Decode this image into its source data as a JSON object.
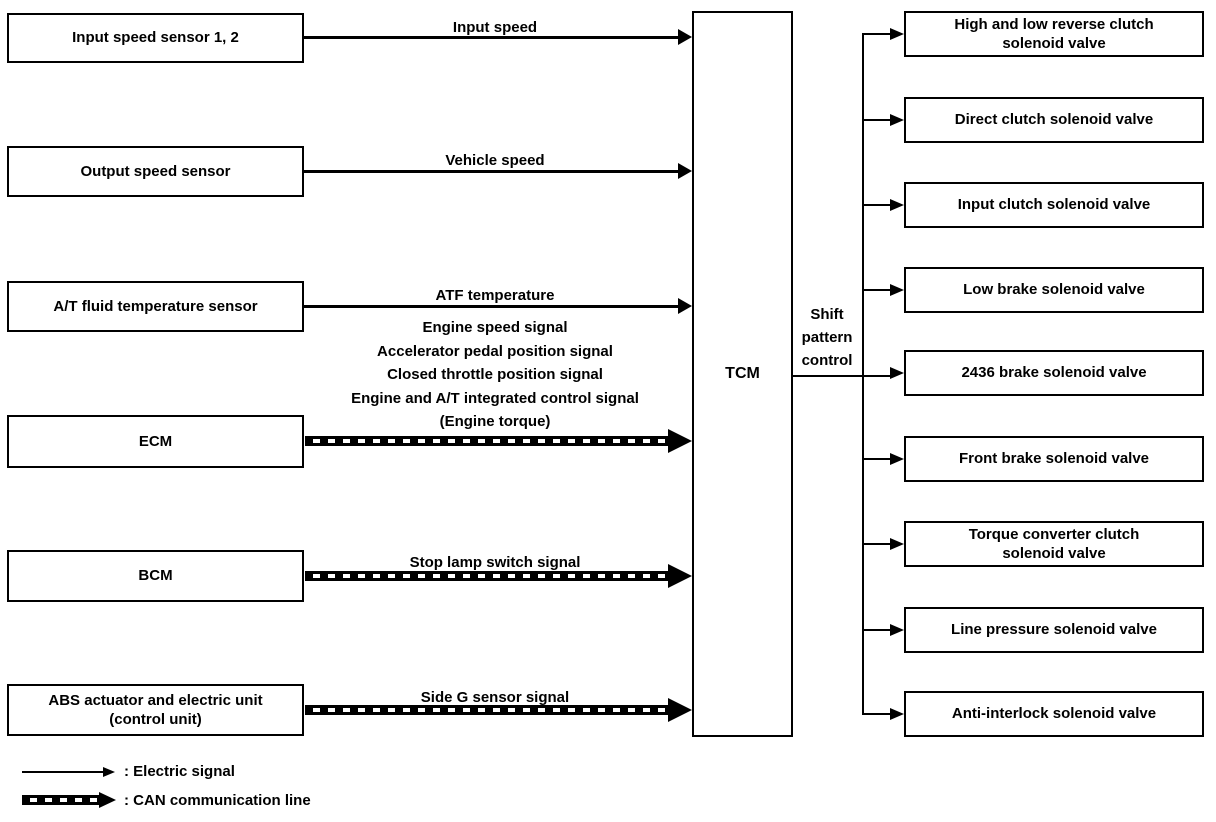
{
  "diagram": {
    "center": {
      "label": "TCM",
      "output_label": "Shift\npattern\ncontrol"
    },
    "inputs": [
      {
        "label": "Input speed sensor 1, 2",
        "signal": "Input speed",
        "line_type": "electric"
      },
      {
        "label": "Output speed sensor",
        "signal": "Vehicle speed",
        "line_type": "electric"
      },
      {
        "label": "A/T fluid temperature sensor",
        "signal": "ATF temperature",
        "line_type": "electric"
      },
      {
        "label": "ECM",
        "signal": "Engine speed signal\nAccelerator pedal position signal\nClosed throttle position signal\nEngine and A/T integrated control signal\n(Engine torque)",
        "line_type": "can"
      },
      {
        "label": "BCM",
        "signal": "Stop lamp switch signal",
        "line_type": "can"
      },
      {
        "label": "ABS actuator and electric unit\n(control unit)",
        "signal": "Side G sensor signal",
        "line_type": "can"
      }
    ],
    "outputs": [
      {
        "label": "High and low reverse clutch\nsolenoid valve"
      },
      {
        "label": "Direct clutch solenoid valve"
      },
      {
        "label": "Input clutch solenoid valve"
      },
      {
        "label": "Low brake solenoid valve"
      },
      {
        "label": "2436 brake solenoid valve"
      },
      {
        "label": "Front brake solenoid valve"
      },
      {
        "label": "Torque converter clutch\nsolenoid valve"
      },
      {
        "label": "Line pressure solenoid valve"
      },
      {
        "label": "Anti-interlock solenoid valve"
      }
    ],
    "legend": {
      "electric": {
        "symbol": "electric-signal-arrow",
        "label": ": Electric signal"
      },
      "can": {
        "symbol": "can-communication-arrow",
        "label": ": CAN communication line"
      }
    },
    "colors": {
      "line": "#000000",
      "background": "#ffffff"
    }
  }
}
